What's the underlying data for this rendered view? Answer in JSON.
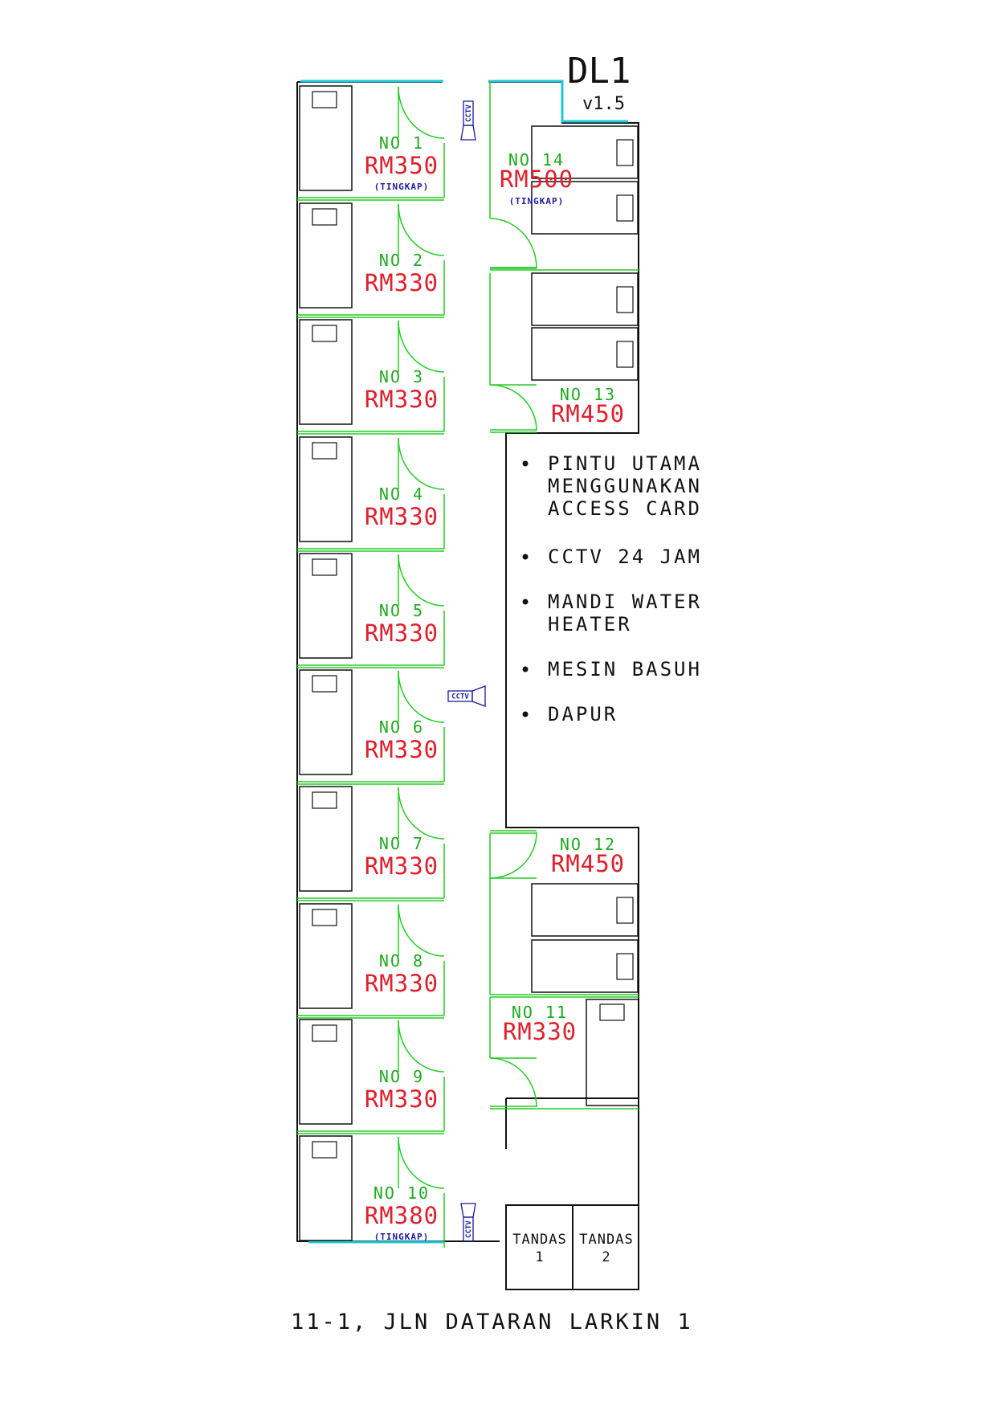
{
  "title": "DL1",
  "version": "v1.5",
  "address": "11-1, JLN DATARAN LARKIN 1",
  "rooms": [
    {
      "no": "NO 1",
      "price": "RM350",
      "note": "(TINGKAP)"
    },
    {
      "no": "NO 2",
      "price": "RM330",
      "note": ""
    },
    {
      "no": "NO 3",
      "price": "RM330",
      "note": ""
    },
    {
      "no": "NO 4",
      "price": "RM330",
      "note": ""
    },
    {
      "no": "NO 5",
      "price": "RM330",
      "note": ""
    },
    {
      "no": "NO 6",
      "price": "RM330",
      "note": ""
    },
    {
      "no": "NO 7",
      "price": "RM330",
      "note": ""
    },
    {
      "no": "NO 8",
      "price": "RM330",
      "note": ""
    },
    {
      "no": "NO 9",
      "price": "RM330",
      "note": ""
    },
    {
      "no": "NO 10",
      "price": "RM380",
      "note": "(TINGKAP)"
    },
    {
      "no": "NO 11",
      "price": "RM330",
      "note": ""
    },
    {
      "no": "NO 12",
      "price": "RM450",
      "note": ""
    },
    {
      "no": "NO 13",
      "price": "RM450",
      "note": ""
    },
    {
      "no": "NO 14",
      "price": "RM500",
      "note": "(TINGKAP)"
    }
  ],
  "features": [
    [
      "PINTU UTAMA",
      "MENGGUNAKAN",
      "ACCESS CARD"
    ],
    [
      "CCTV 24 JAM"
    ],
    [
      "MANDI WATER",
      "HEATER"
    ],
    [
      "MESIN BASUH"
    ],
    [
      "DAPUR"
    ]
  ],
  "toilets": [
    {
      "label": "TANDAS",
      "number": "1"
    },
    {
      "label": "TANDAS",
      "number": "2"
    }
  ],
  "cctv_label": "CCTV",
  "colors": {
    "wall": "#111111",
    "door": "#22cc22",
    "window": "#1ec8d8",
    "room_no": "#1faa1f",
    "price": "#e0202c",
    "cctv": "#1a1aa0"
  }
}
